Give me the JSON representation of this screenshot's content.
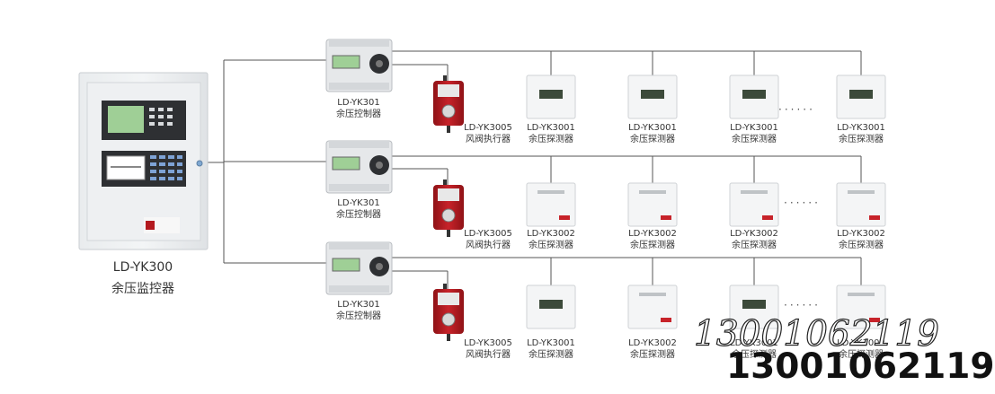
{
  "monitor": {
    "model": "LD-YK300",
    "name": "余压监控器"
  },
  "rows": [
    {
      "controller": {
        "model": "LD-YK301",
        "name": "余压控制器"
      },
      "actuator": {
        "model": "LD-YK3005",
        "name": "风阀执行器"
      },
      "detectors": [
        {
          "model": "LD-YK3001",
          "name": "余压探测器"
        },
        {
          "model": "LD-YK3001",
          "name": "余压探测器"
        },
        {
          "model": "LD-YK3001",
          "name": "余压探测器"
        },
        {
          "model": "LD-YK3001",
          "name": "余压探测器"
        }
      ],
      "ellipsis": "······"
    },
    {
      "controller": {
        "model": "LD-YK301",
        "name": "余压控制器"
      },
      "actuator": {
        "model": "LD-YK3005",
        "name": "风阀执行器"
      },
      "detectors": [
        {
          "model": "LD-YK3002",
          "name": "余压探测器"
        },
        {
          "model": "LD-YK3002",
          "name": "余压探测器"
        },
        {
          "model": "LD-YK3002",
          "name": "余压探测器"
        },
        {
          "model": "LD-YK3002",
          "name": "余压探测器"
        }
      ],
      "ellipsis": "······"
    },
    {
      "controller": {
        "model": "LD-YK301",
        "name": "余压控制器"
      },
      "actuator": {
        "model": "LD-YK3005",
        "name": "风阀执行器"
      },
      "detectors": [
        {
          "model": "LD-YK3001",
          "name": "余压探测器"
        },
        {
          "model": "LD-YK3002",
          "name": "余压探测器"
        },
        {
          "model": "LD-YK3001",
          "name": "余压探测器"
        },
        {
          "model": "LD-YK3002",
          "name": "余压探测器"
        }
      ],
      "ellipsis": "······"
    }
  ],
  "watermark": {
    "outline": "13001062119",
    "solid": "13001062119"
  },
  "colors": {
    "actuator_red": "#b3191f",
    "device_gray": "#e6e8ea",
    "line": "#555555",
    "lcd_green": "#9fcf96"
  }
}
